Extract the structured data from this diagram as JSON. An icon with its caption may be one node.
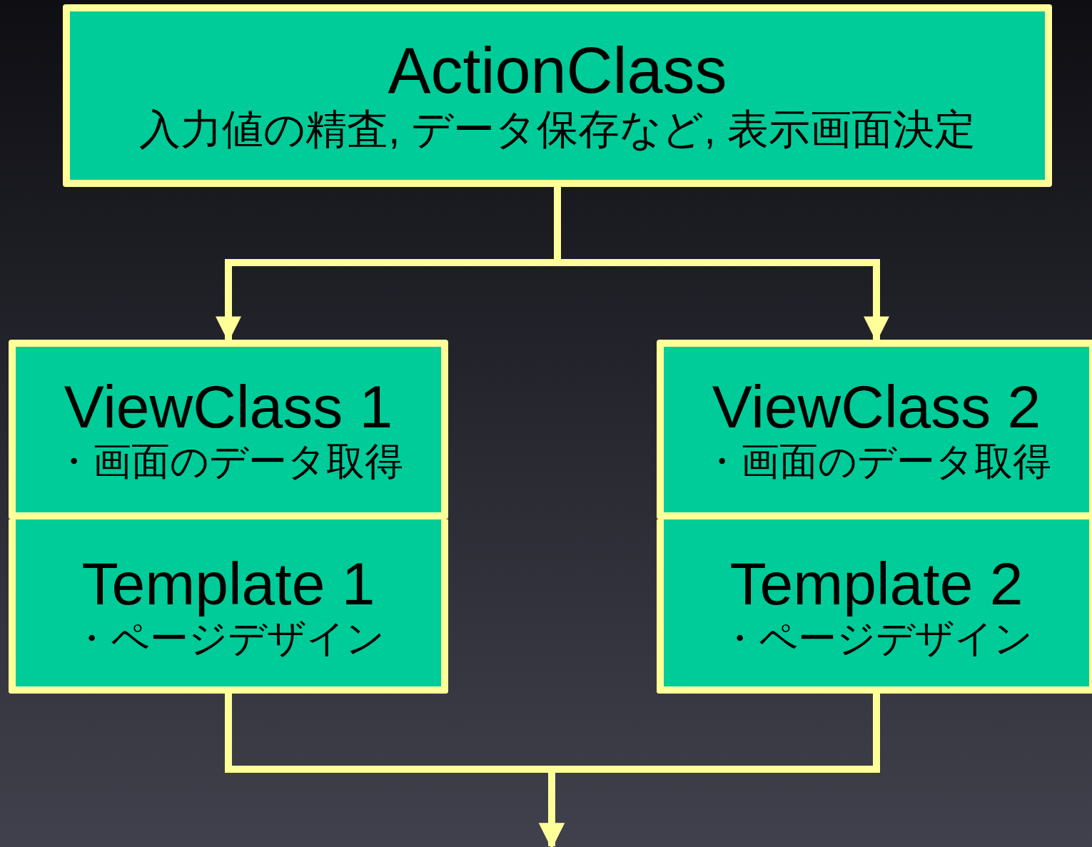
{
  "diagram": {
    "nodes": [
      {
        "text": [
          "ActionClass",
          "入力値の精査, データ保存など, 表示画面決定"
        ]
      },
      {
        "text": [
          "ViewClass 1",
          "・画面のデータ取得"
        ]
      },
      {
        "text": [
          "Template 1",
          "・ページデザイン"
        ]
      },
      {
        "text": [
          "ViewClass 2",
          "・画面のデータ取得"
        ]
      },
      {
        "text": [
          "Template 2",
          "・ページデザイン"
        ]
      }
    ],
    "edges": [
      {
        "from": 0,
        "to": 1,
        "arrow": "to"
      },
      {
        "from": 0,
        "to": 3,
        "arrow": "to"
      },
      {
        "from": 2,
        "to": null,
        "arrow": "to"
      },
      {
        "from": 4,
        "to": null,
        "arrow": "to"
      }
    ]
  }
}
